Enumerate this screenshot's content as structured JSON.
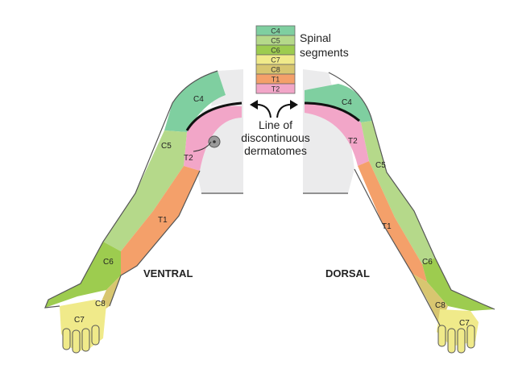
{
  "legend": {
    "title_line1": "Spinal",
    "title_line2": "segments",
    "items": [
      {
        "label": "C4",
        "color": "#7fcfa0"
      },
      {
        "label": "C5",
        "color": "#b5d98a"
      },
      {
        "label": "C6",
        "color": "#9dcc4f"
      },
      {
        "label": "C7",
        "color": "#f0ea8a"
      },
      {
        "label": "C8",
        "color": "#d8c670"
      },
      {
        "label": "T1",
        "color": "#f4a06a"
      },
      {
        "label": "T2",
        "color": "#f2a6c8"
      }
    ]
  },
  "annotation": {
    "line1": "Line of",
    "line2": "discontinuous",
    "line3": "dermatomes"
  },
  "views": {
    "ventral": "VENTRAL",
    "dorsal": "DORSAL"
  },
  "labels": {
    "ventral": {
      "c4": "C4",
      "c5": "C5",
      "t2": "T2",
      "t1": "T1",
      "c6": "C6",
      "c8": "C8",
      "c7": "C7"
    },
    "dorsal": {
      "c4": "C4",
      "t2": "T2",
      "c5": "C5",
      "t1": "T1",
      "c6": "C6",
      "c8": "C8",
      "c7": "C7"
    }
  },
  "colors": {
    "body": "#ebebec",
    "outline": "#555555",
    "c4": "#7fcfa0",
    "c5": "#b5d98a",
    "c6": "#9dcc4f",
    "c7": "#f0ea8a",
    "c8": "#d8c670",
    "t1": "#f4a06a",
    "t2": "#f2a6c8"
  }
}
